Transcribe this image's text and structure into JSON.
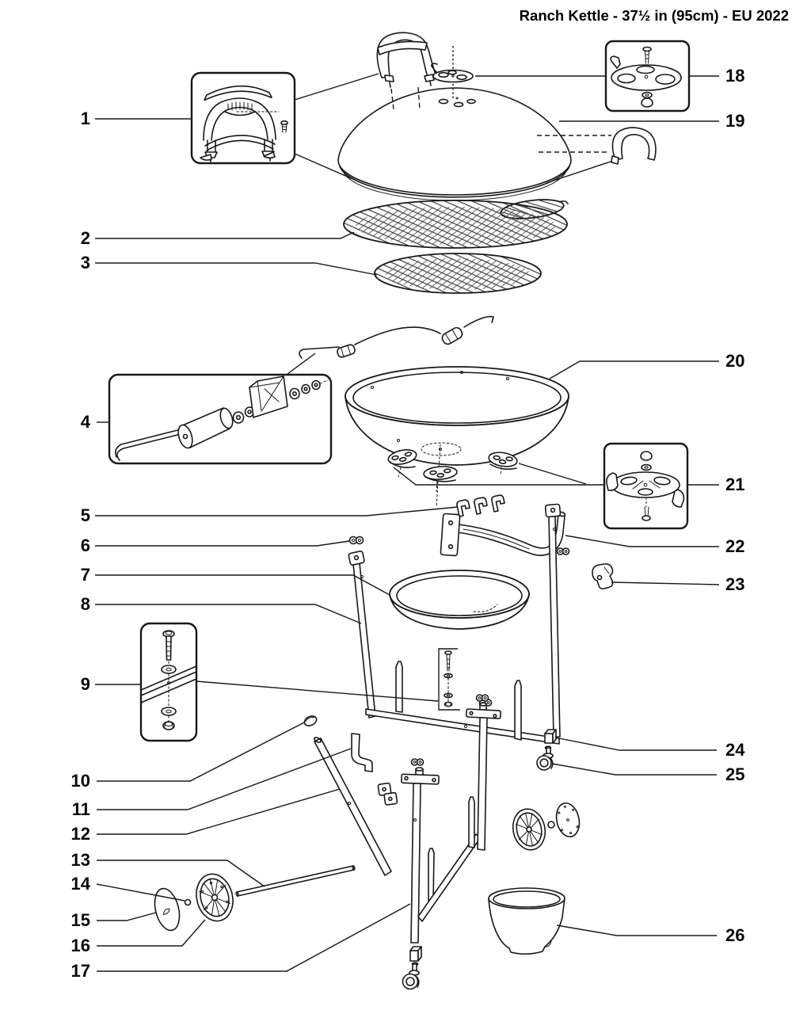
{
  "title": "Ranch Kettle - 37½ in (95cm) - EU 2022",
  "labels": [
    "1",
    "2",
    "3",
    "4",
    "5",
    "6",
    "7",
    "8",
    "9",
    "10",
    "11",
    "12",
    "13",
    "14",
    "15",
    "16",
    "17",
    "18",
    "19",
    "20",
    "21",
    "22",
    "23",
    "24",
    "25",
    "26"
  ],
  "colors": {
    "line": "#181818",
    "background": "#ffffff"
  }
}
